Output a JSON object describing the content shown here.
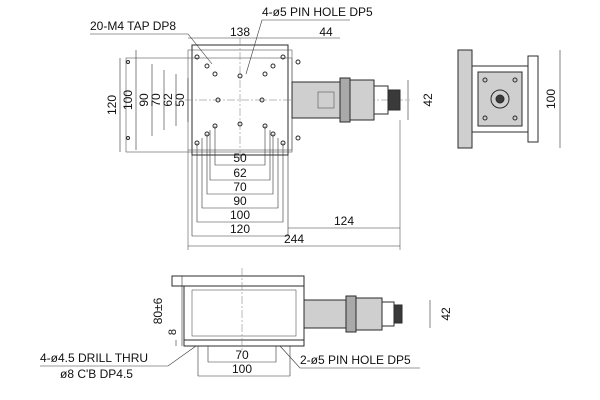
{
  "callouts": {
    "tap": "20-M4 TAP DP8",
    "pin_top": "4-ø5 PIN HOLE DP5",
    "drill_1": "4-ø4.5 DRILL THRU",
    "drill_2": "ø8 C'B DP4.5",
    "pin_bottom": "2-ø5 PIN HOLE DP5"
  },
  "top_view": {
    "top_dims": [
      "138",
      "44"
    ],
    "left_dims": [
      "120",
      "100",
      "90",
      "70",
      "62",
      "50"
    ],
    "right_dim": "42",
    "bottom_dims": [
      "50",
      "62",
      "70",
      "90",
      "100",
      "120"
    ],
    "motor_dim": "124",
    "overall_dim": "244"
  },
  "end_view": {
    "right_dim": "100"
  },
  "side_view": {
    "height_dim": "80±6",
    "base_dim": "8",
    "right_dim": "42",
    "bottom_dims": [
      "70",
      "100"
    ]
  }
}
